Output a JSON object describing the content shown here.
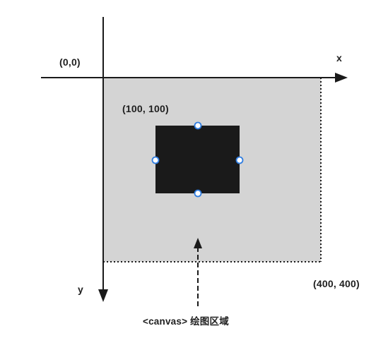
{
  "labels": {
    "origin": "(0,0)",
    "x_axis": "x",
    "y_axis": "y",
    "canvas_top_left": "(100, 100)",
    "canvas_bottom_right": "(400, 400)",
    "caption": "<canvas> 绘图区域"
  },
  "colors": {
    "axis": "#1a1a1a",
    "canvas_area": "#d4d4d4",
    "rectangle": "#1a1a1a",
    "handle_stroke": "#2f7de1",
    "handle_fill": "#ffffff"
  }
}
